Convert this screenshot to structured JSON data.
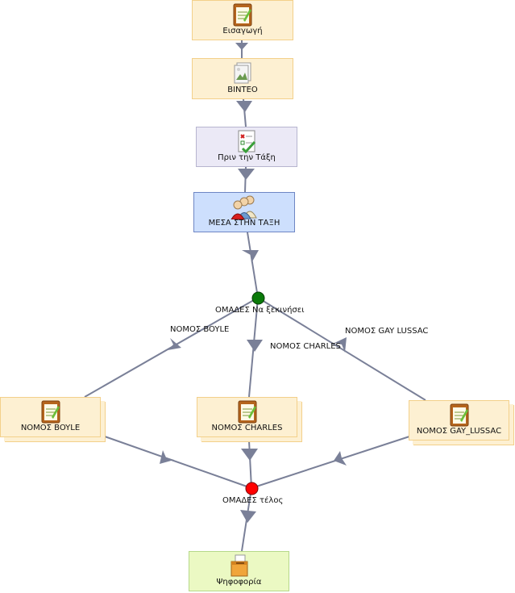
{
  "nodes": {
    "eisagogi": {
      "label": "Εισαγωγή",
      "icon": "notepad-icon"
    },
    "video": {
      "label": "ΒΙΝΤΕΟ",
      "icon": "image-document-icon"
    },
    "prin": {
      "label": "Πριν την Τάξη",
      "icon": "checklist-icon"
    },
    "mesa": {
      "label": "ΜΕΣΑ ΣΤΗΝ ΤΑΞΗ",
      "icon": "people-group-icon"
    },
    "boyle": {
      "label": "ΝΟΜΟΣ BOYLE",
      "icon": "notepad-icon"
    },
    "charles": {
      "label": "ΝΟΜΟΣ CHARLES",
      "icon": "notepad-icon"
    },
    "gay": {
      "label": "ΝΟΜΟΣ GAY_LUSSAC",
      "icon": "notepad-icon"
    },
    "vote": {
      "label": "Ψηφοφορία",
      "icon": "ballot-box-icon"
    }
  },
  "gates": {
    "start": {
      "label": "ΟΜΑΔΕΣ Να ξεκινήσει",
      "color": "#0a7a0a"
    },
    "end": {
      "label": "ΟΜΑΔΕΣ τέλος",
      "color": "#ff0000"
    }
  },
  "branches": {
    "boyle": "ΝΟΜΟΣ BOYLE",
    "charles": "ΝΟΜΟΣ CHARLES",
    "gay": "ΝΟΜΟΣ GAY LUSSAC"
  },
  "colors": {
    "edge": "#7a8098",
    "activity_fill": "#fdf0d2",
    "activity_border": "#f3d08a",
    "prin_fill": "#ebe9f6",
    "prin_border": "#b7b5cf",
    "mesa_fill": "#cddffd",
    "mesa_border": "#6e86c4",
    "vote_fill": "#ebf9c3",
    "vote_border": "#b6d88a"
  }
}
